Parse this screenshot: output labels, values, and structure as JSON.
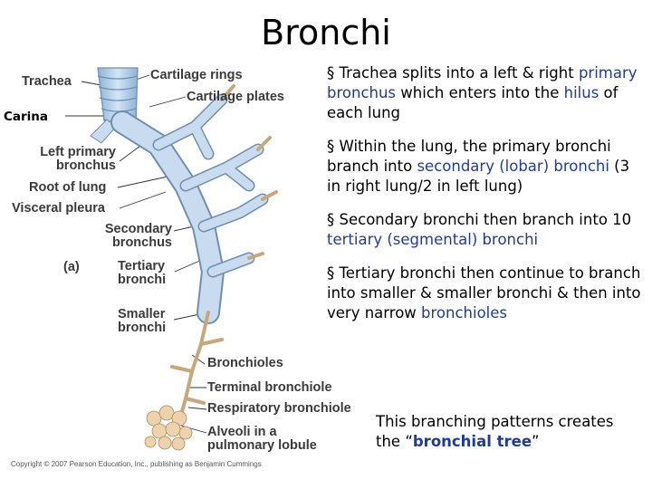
{
  "title": "Bronchi",
  "figure": {
    "labels": {
      "trachea": "Trachea",
      "cartilage_rings": "Cartilage rings",
      "cartilage_plates": "Cartilage plates",
      "carina": "Carina",
      "left_primary_bronchus_1": "Left primary",
      "left_primary_bronchus_2": "bronchus",
      "root_of_lung": "Root of lung",
      "visceral_pleura": "Visceral pleura",
      "secondary_bronchus_1": "Secondary",
      "secondary_bronchus_2": "bronchus",
      "panel": "(a)",
      "tertiary_bronchi_1": "Tertiary",
      "tertiary_bronchi_2": "bronchi",
      "smaller_bronchi_1": "Smaller",
      "smaller_bronchi_2": "bronchi",
      "bronchioles": "Bronchioles",
      "terminal_bronchiole": "Terminal bronchiole",
      "respiratory_bronchiole": "Respiratory bronchiole",
      "alveoli_1": "Alveoli in a",
      "alveoli_2": "pulmonary lobule"
    },
    "copyright": "Copyright © 2007 Pearson Education, Inc., publishing as Benjamin Cummings"
  },
  "bullets": {
    "b1": {
      "marker": "§",
      "t1": " Trachea splits into a left & right ",
      "h1": "primary bronchus",
      "t2": " which enters into the ",
      "h2": "hilus",
      "t3": " of each lung"
    },
    "b2": {
      "marker": "§",
      "t1": " Within the lung, the primary bronchi branch into ",
      "h1": "secondary (lobar) bronchi",
      "t2": " (3 in right lung/2 in left lung)"
    },
    "b3": {
      "marker": "§",
      "t1": " Secondary bronchi then branch into 10 ",
      "h1": "tertiary (segmental) bronchi"
    },
    "b4": {
      "marker": "§",
      "t1": " Tertiary bronchi then continue to branch into smaller & smaller bronchi & then into very narrow ",
      "h1": "bronchioles"
    }
  },
  "summary": {
    "line1": "This branching patterns creates",
    "pre": "the “",
    "highlight": "bronchial tree",
    "post": "”"
  },
  "colors": {
    "highlight": "#1f3c9c",
    "airway": "#b9d3ea",
    "airway_edge": "#6f8fb0",
    "alveoli": "#ecd3ad"
  }
}
